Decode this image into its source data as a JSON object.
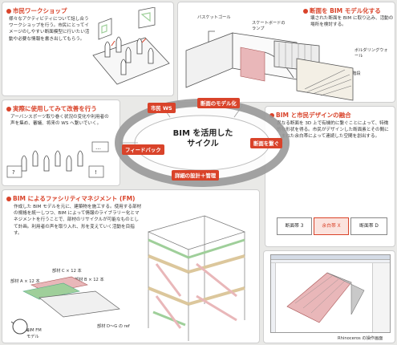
{
  "center": {
    "line1": "BIM を活用した",
    "line2": "サイクル"
  },
  "cycle_tags": {
    "shimin_ws": "市民 WS",
    "model": "断面のモデル化",
    "kaizen": "断面を繋ぐ",
    "sekkei": "詳細の設計＋管理",
    "feedback": "フィードバック"
  },
  "panel_ws": {
    "title": "市民ワークショップ",
    "body": "様々なアクティビティについて話し合うワークショップを行う。市民にとってイメージのしやすい断面模型に行いたい活動や必要な情報を書き出してもらう。"
  },
  "panel_model": {
    "title": "断面を BIM モデル化する",
    "body": "壊された断面を BIM に取り込み、活動の場所を検討する。",
    "label_basket": "バスケットゴール",
    "label_skate": "スケートボードのランプ",
    "label_boulder": "ボルダリングウォール",
    "label_slide": "大階段"
  },
  "panel_use": {
    "title": "実際に使用してみて改善を行う",
    "body": "アーバンスポーツ取り巻く状況の変化や利用者の声を集め、審議、将来の WS へ繋いでいく。"
  },
  "panel_design": {
    "title": "BIM と市民デザインの融合",
    "body": "異なる断面を 3D 上で有機的に繋ぐことによって、特徴的な形状を得る。市民がデザインした断面素とその間に生まれた余白帯によって連続した空間を創出する。",
    "boxes": [
      "断面帯 3",
      "余白帯 X",
      "断面帯 D"
    ]
  },
  "panel_fm": {
    "title": "BIM によるファシリティマネジメント (FM)",
    "body": "作成した BIM モデルを元に、建築物を施工する。使用する部材の規格を統一しつつ、BIM によって情報のライブラリー化とマネジメントを行うことで、部材のリサイクルが可能なものとして計画。利用者の声を取り入れ、形を変えていく活動を目指す。",
    "labels": [
      "部材 C × 12 本",
      "部材 A × 12 本",
      "部材 B × 12 本",
      "部材 D～G の ref",
      "BIM FM",
      "モデル"
    ]
  },
  "caption": "Rhinoceros の操作画面",
  "colors": {
    "accent": "#d9432a",
    "pink": "#e9b7b9",
    "green": "#9fcf9a",
    "beige": "#dcc79c"
  }
}
